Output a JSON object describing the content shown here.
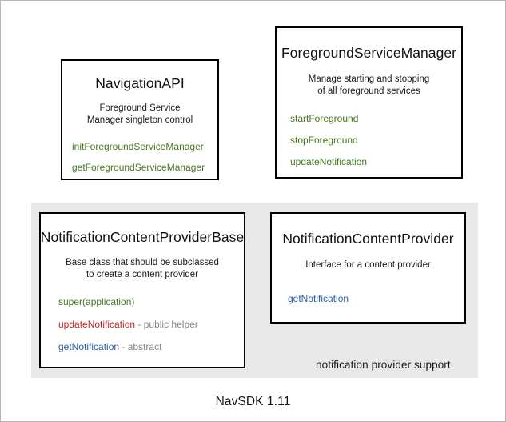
{
  "diagram": {
    "footer_caption": "NavSDK 1.11",
    "regions": [
      {
        "id": "notification-support",
        "label": "notification provider support",
        "background": "#e8e8e8"
      }
    ],
    "colors": {
      "member_green": "#45761f",
      "member_red": "#c32222",
      "member_blue": "#2b5ca8",
      "member_note_gray": "#868686",
      "box_border": "#000000",
      "region_background": "#e8e8e8",
      "canvas_border": "#b6b6b6"
    },
    "boxes": [
      {
        "id": "navigation-api",
        "title": "NavigationAPI",
        "description": "Foreground Service\nManager singleton control",
        "members": [
          {
            "name": "initForegroundServiceManager",
            "color": "green",
            "note": ""
          },
          {
            "name": "getForegroundServiceManager",
            "color": "green",
            "note": ""
          }
        ]
      },
      {
        "id": "foreground-service-manager",
        "title": "ForegroundServiceManager",
        "description": "Manage starting and stopping\nof all foreground services",
        "members": [
          {
            "name": "startForeground",
            "color": "green",
            "note": ""
          },
          {
            "name": "stopForeground",
            "color": "green",
            "note": ""
          },
          {
            "name": "updateNotification",
            "color": "green",
            "note": ""
          }
        ]
      },
      {
        "id": "notification-content-provider-base",
        "title": "NotificationContentProviderBase",
        "description": "Base class that should be subclassed\nto create a content provider",
        "members": [
          {
            "name": "super(application)",
            "color": "green",
            "note": ""
          },
          {
            "name": "updateNotification",
            "color": "red",
            "note": " - public helper"
          },
          {
            "name": "getNotification",
            "color": "blue",
            "note": " - abstract"
          }
        ]
      },
      {
        "id": "notification-content-provider",
        "title": "NotificationContentProvider",
        "description": "Interface for a content provider",
        "members": [
          {
            "name": "getNotification",
            "color": "blue",
            "note": ""
          }
        ]
      }
    ]
  }
}
